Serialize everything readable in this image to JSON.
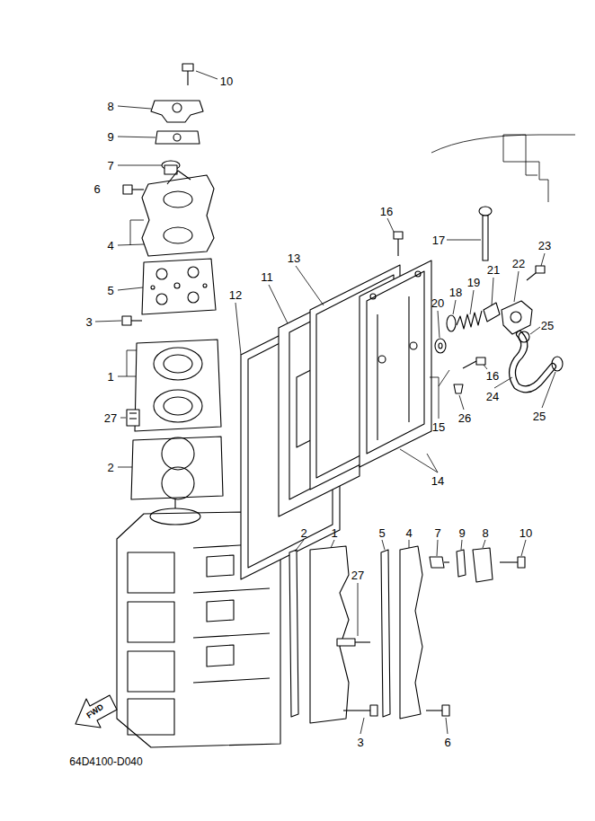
{
  "diagram": {
    "labels": [
      "10",
      "8",
      "9",
      "7",
      "6",
      "4",
      "5",
      "3",
      "1",
      "27",
      "2",
      "16",
      "17",
      "23",
      "13",
      "11",
      "12",
      "21",
      "22",
      "18",
      "19",
      "20",
      "25",
      "15",
      "16",
      "24",
      "26",
      "25",
      "14",
      "2",
      "1",
      "5",
      "4",
      "7",
      "9",
      "8",
      "10",
      "27",
      "3",
      "6",
      "FWD",
      "64D4100-D040"
    ]
  }
}
